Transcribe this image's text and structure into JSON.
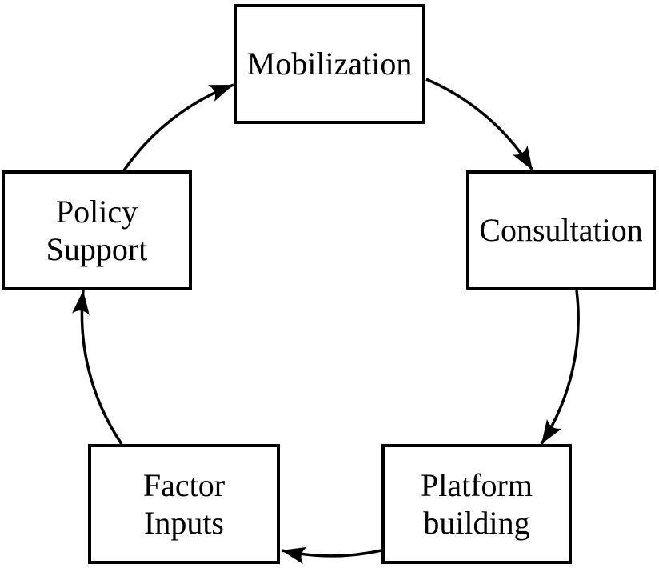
{
  "diagram": {
    "type": "cycle",
    "direction": "clockwise",
    "colors": {
      "stroke": "#000000",
      "text": "#000000",
      "node_fill": "#ffffff",
      "background": "#ffffff"
    },
    "nodes": [
      {
        "id": "mobilization",
        "label": "Mobilization",
        "position": "top"
      },
      {
        "id": "consultation",
        "label": "Consultation",
        "position": "right"
      },
      {
        "id": "platform-building",
        "label": "Platform\nbuilding",
        "position": "bottom-right"
      },
      {
        "id": "factor-inputs",
        "label": "Factor\nInputs",
        "position": "bottom-left"
      },
      {
        "id": "policy-support",
        "label": "Policy\nSupport",
        "position": "left"
      }
    ],
    "edges": [
      {
        "from": "policy-support",
        "to": "mobilization"
      },
      {
        "from": "mobilization",
        "to": "consultation"
      },
      {
        "from": "consultation",
        "to": "platform-building"
      },
      {
        "from": "platform-building",
        "to": "factor-inputs"
      },
      {
        "from": "factor-inputs",
        "to": "policy-support"
      }
    ]
  }
}
